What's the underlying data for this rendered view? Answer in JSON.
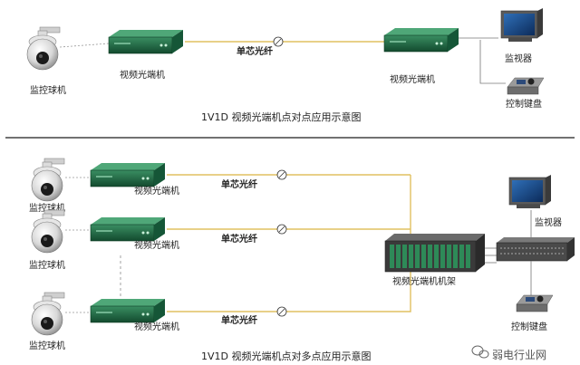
{
  "top": {
    "camera_label": "监控球机",
    "transmitter_label": "视频光端机",
    "fiber_label": "单芯光纤",
    "receiver_label": "视频光端机",
    "monitor_label": "监视器",
    "keyboard_label": "控制键盘",
    "caption": "1V1D 视频光端机点对点应用示意图"
  },
  "bottom": {
    "channels": [
      {
        "camera_label": "监控球机",
        "transmitter_label": "视频光端机",
        "fiber_label": "单芯光纤"
      },
      {
        "camera_label": "监控球机",
        "transmitter_label": "视频光端机",
        "fiber_label": "单芯光纤"
      },
      {
        "camera_label": "监控球机",
        "transmitter_label": "视频光端机",
        "fiber_label": "单芯光纤"
      }
    ],
    "rack_label": "视频光端机机架",
    "monitor_label": "监视器",
    "keyboard_label": "控制键盘",
    "caption": "1V1D 视频光端机点对多点应用示意图"
  },
  "watermark": {
    "text": "弱电行业网",
    "icon": "wechat-icon"
  },
  "colors": {
    "fiber": "#e0c060",
    "device": "#1f6b45",
    "divider": "#444444"
  }
}
